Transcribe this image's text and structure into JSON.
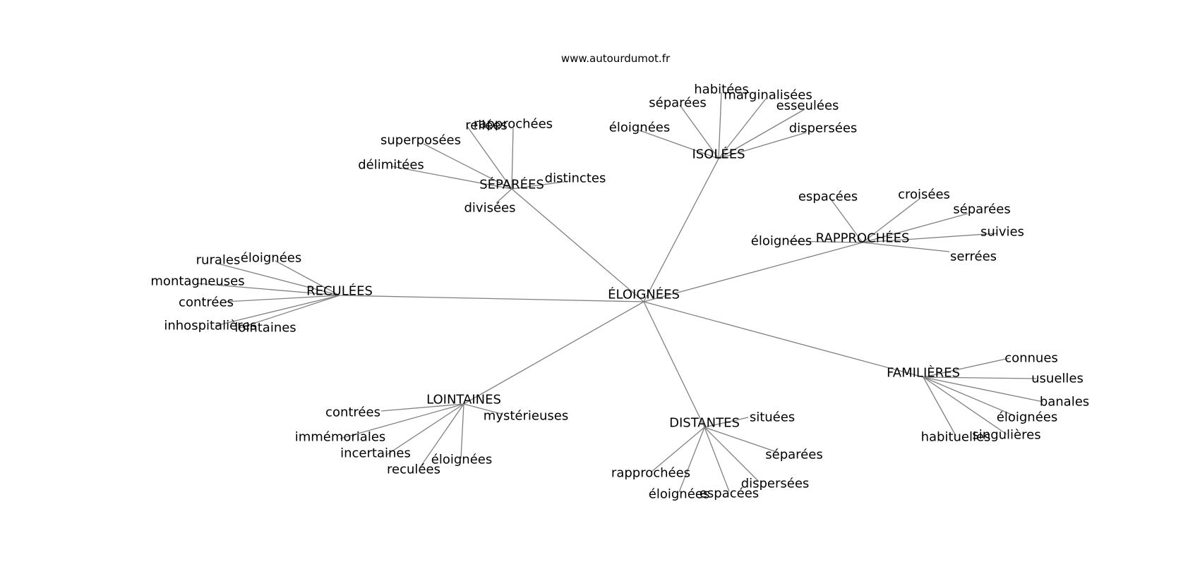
{
  "site_label": "www.autourdumot.fr",
  "center": {
    "label": "ÉLOIGNÉES"
  },
  "clusters": [
    {
      "label": "SÉPARÉES",
      "leaves": [
        "reliées",
        "rapprochées",
        "superposées",
        "délimitées",
        "distinctes",
        "divisées"
      ]
    },
    {
      "label": "ISOLÉES",
      "leaves": [
        "habitées",
        "séparées",
        "marginalisées",
        "esseulées",
        "éloignées",
        "dispersées"
      ]
    },
    {
      "label": "RAPPROCHÉES",
      "leaves": [
        "espacées",
        "croisées",
        "séparées",
        "suivies",
        "éloignées",
        "serrées"
      ]
    },
    {
      "label": "RECULÉES",
      "leaves": [
        "rurales",
        "éloignées",
        "montagneuses",
        "contrées",
        "inhospitalières",
        "lointaines"
      ]
    },
    {
      "label": "FAMILIÈRES",
      "leaves": [
        "connues",
        "usuelles",
        "banales",
        "éloignées",
        "singulières",
        "habituelles"
      ]
    },
    {
      "label": "LOINTAINES",
      "leaves": [
        "contrées",
        "mystérieuses",
        "immémoriales",
        "incertaines",
        "éloignées",
        "reculées"
      ]
    },
    {
      "label": "DISTANTES",
      "leaves": [
        "situées",
        "séparées",
        "rapprochées",
        "dispersées",
        "éloignées",
        "espacées"
      ]
    }
  ]
}
